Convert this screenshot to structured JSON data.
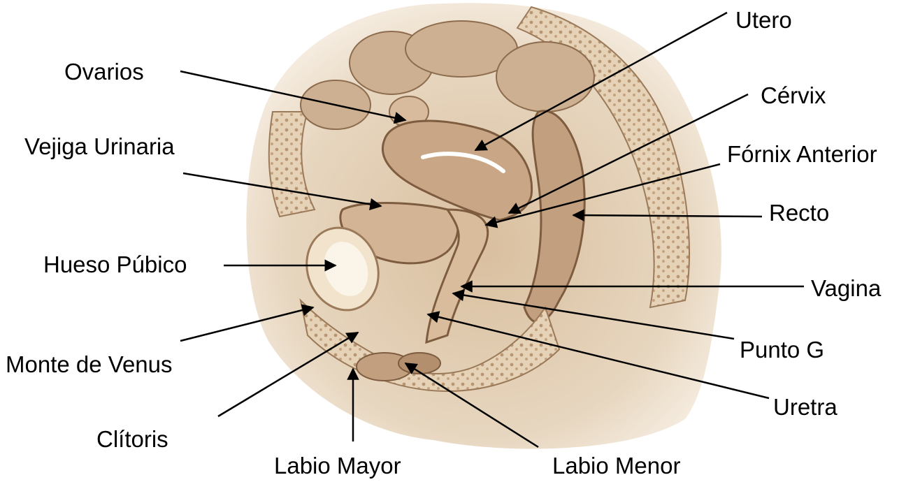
{
  "diagram": {
    "labels": {
      "utero": "Utero",
      "ovarios": "Ovarios",
      "cervix": "Cérvix",
      "vejiga": "Vejiga Urinaria",
      "fornix": "Fórnix Anterior",
      "recto": "Recto",
      "hueso_pubico": "Hueso Púbico",
      "vagina": "Vagina",
      "monte_venus": "Monte de Venus",
      "punto_g": "Punto G",
      "uretra": "Uretra",
      "clitoris": "Clítoris",
      "labio_mayor": "Labio Mayor",
      "labio_menor": "Labio Menor"
    },
    "colors": {
      "background": "#ffffff",
      "tissue_base": "#e8d6bf",
      "tissue_mid": "#c9a987",
      "tissue_dark": "#7e5c3f",
      "leader_line": "#000000",
      "label_text": "#000000"
    }
  }
}
